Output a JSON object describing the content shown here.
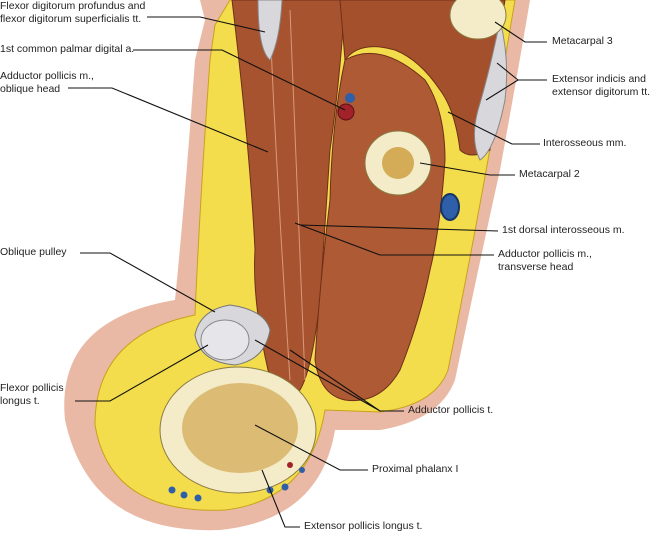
{
  "labels": {
    "fdp_fds": [
      "Flexor digitorum profundus and",
      "flexor digitorum superficialis tt."
    ],
    "palmar_digital": "1st common palmar digital a.",
    "adductor_oblique": [
      "Adductor pollicis m.,",
      "oblique head"
    ],
    "metacarpal3": "Metacarpal 3",
    "extensor_tt": [
      "Extensor indicis and",
      "extensor digitorum tt."
    ],
    "interosseous": "Interosseous mm.",
    "metacarpal2": "Metacarpal 2",
    "dorsal_interosseous": "1st dorsal interosseous m.",
    "adductor_transverse": [
      "Adductor pollicis m.,",
      "transverse head"
    ],
    "oblique_pulley": "Oblique pulley",
    "fpl": [
      "Flexor pollicis",
      "longus t."
    ],
    "adductor_tendon": "Adductor pollicis t.",
    "proximal_phalanx": "Proximal phalanx I",
    "epl": "Extensor pollicis longus t."
  },
  "colors": {
    "skin": "#e9b9a6",
    "fat": "#f3dd4c",
    "muscle": "#a8532f",
    "bone": "#f4ecc9",
    "tendon": "#d8d8dc",
    "vein": "#2f5fa8",
    "artery": "#a3222a"
  }
}
